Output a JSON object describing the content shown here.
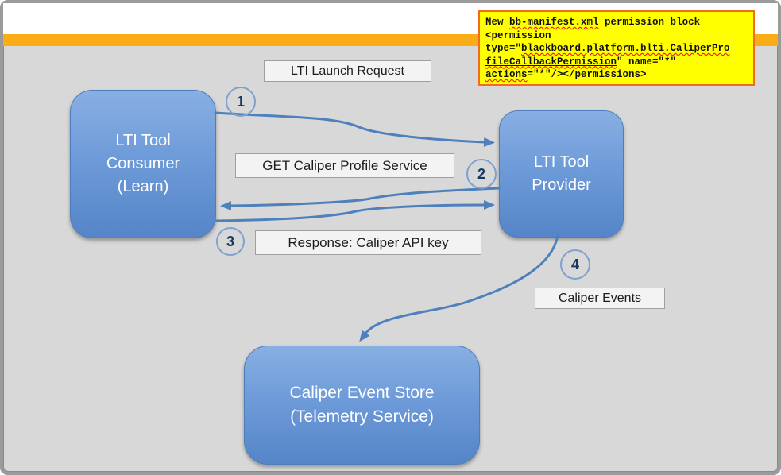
{
  "note": {
    "line1_pre": "New ",
    "line1_file": "bb-manifest.xml",
    "line1_post": " permission block",
    "line2": "<permission",
    "line3_pre": "type=\"",
    "line3_class": "blackboard.platform.blti.CaliperPro",
    "line4_class": "fileCallbackPermission",
    "line4_post": "\" name=\"*\"",
    "line5_word": "actions",
    "line5_post": "=\"*\"/></permissions>"
  },
  "nodes": {
    "consumer": {
      "line1": "LTI Tool",
      "line2": "Consumer",
      "line3": "(Learn)"
    },
    "provider": {
      "line1": "LTI Tool",
      "line2": "Provider"
    },
    "event_store": {
      "line1": "Caliper Event Store",
      "line2": "(Telemetry Service)"
    }
  },
  "steps": [
    {
      "number": "1",
      "label": "LTI Launch Request"
    },
    {
      "number": "2",
      "label": "GET Caliper Profile Service"
    },
    {
      "number": "3",
      "label": "Response: Caliper API key"
    },
    {
      "number": "4",
      "label": "Caliper Events"
    }
  ],
  "colors": {
    "background": "#D8D8D8",
    "top_band": "#FFFFFF",
    "accent_bar": "#FBAD18",
    "node_fill_top": "#88AFE2",
    "node_fill_bottom": "#5585C8",
    "node_border": "#4D7DBA",
    "arrow": "#4E81BB",
    "note_background": "#FFFF00",
    "note_border": "#F26B21",
    "note_text": "#111111",
    "misspell_underline": "#FF0000",
    "step_number_text": "#17375E",
    "step_circle_ring": "#7DA1D0",
    "label_background": "#F3F3F3",
    "frame_border": "#9B9B9B"
  }
}
